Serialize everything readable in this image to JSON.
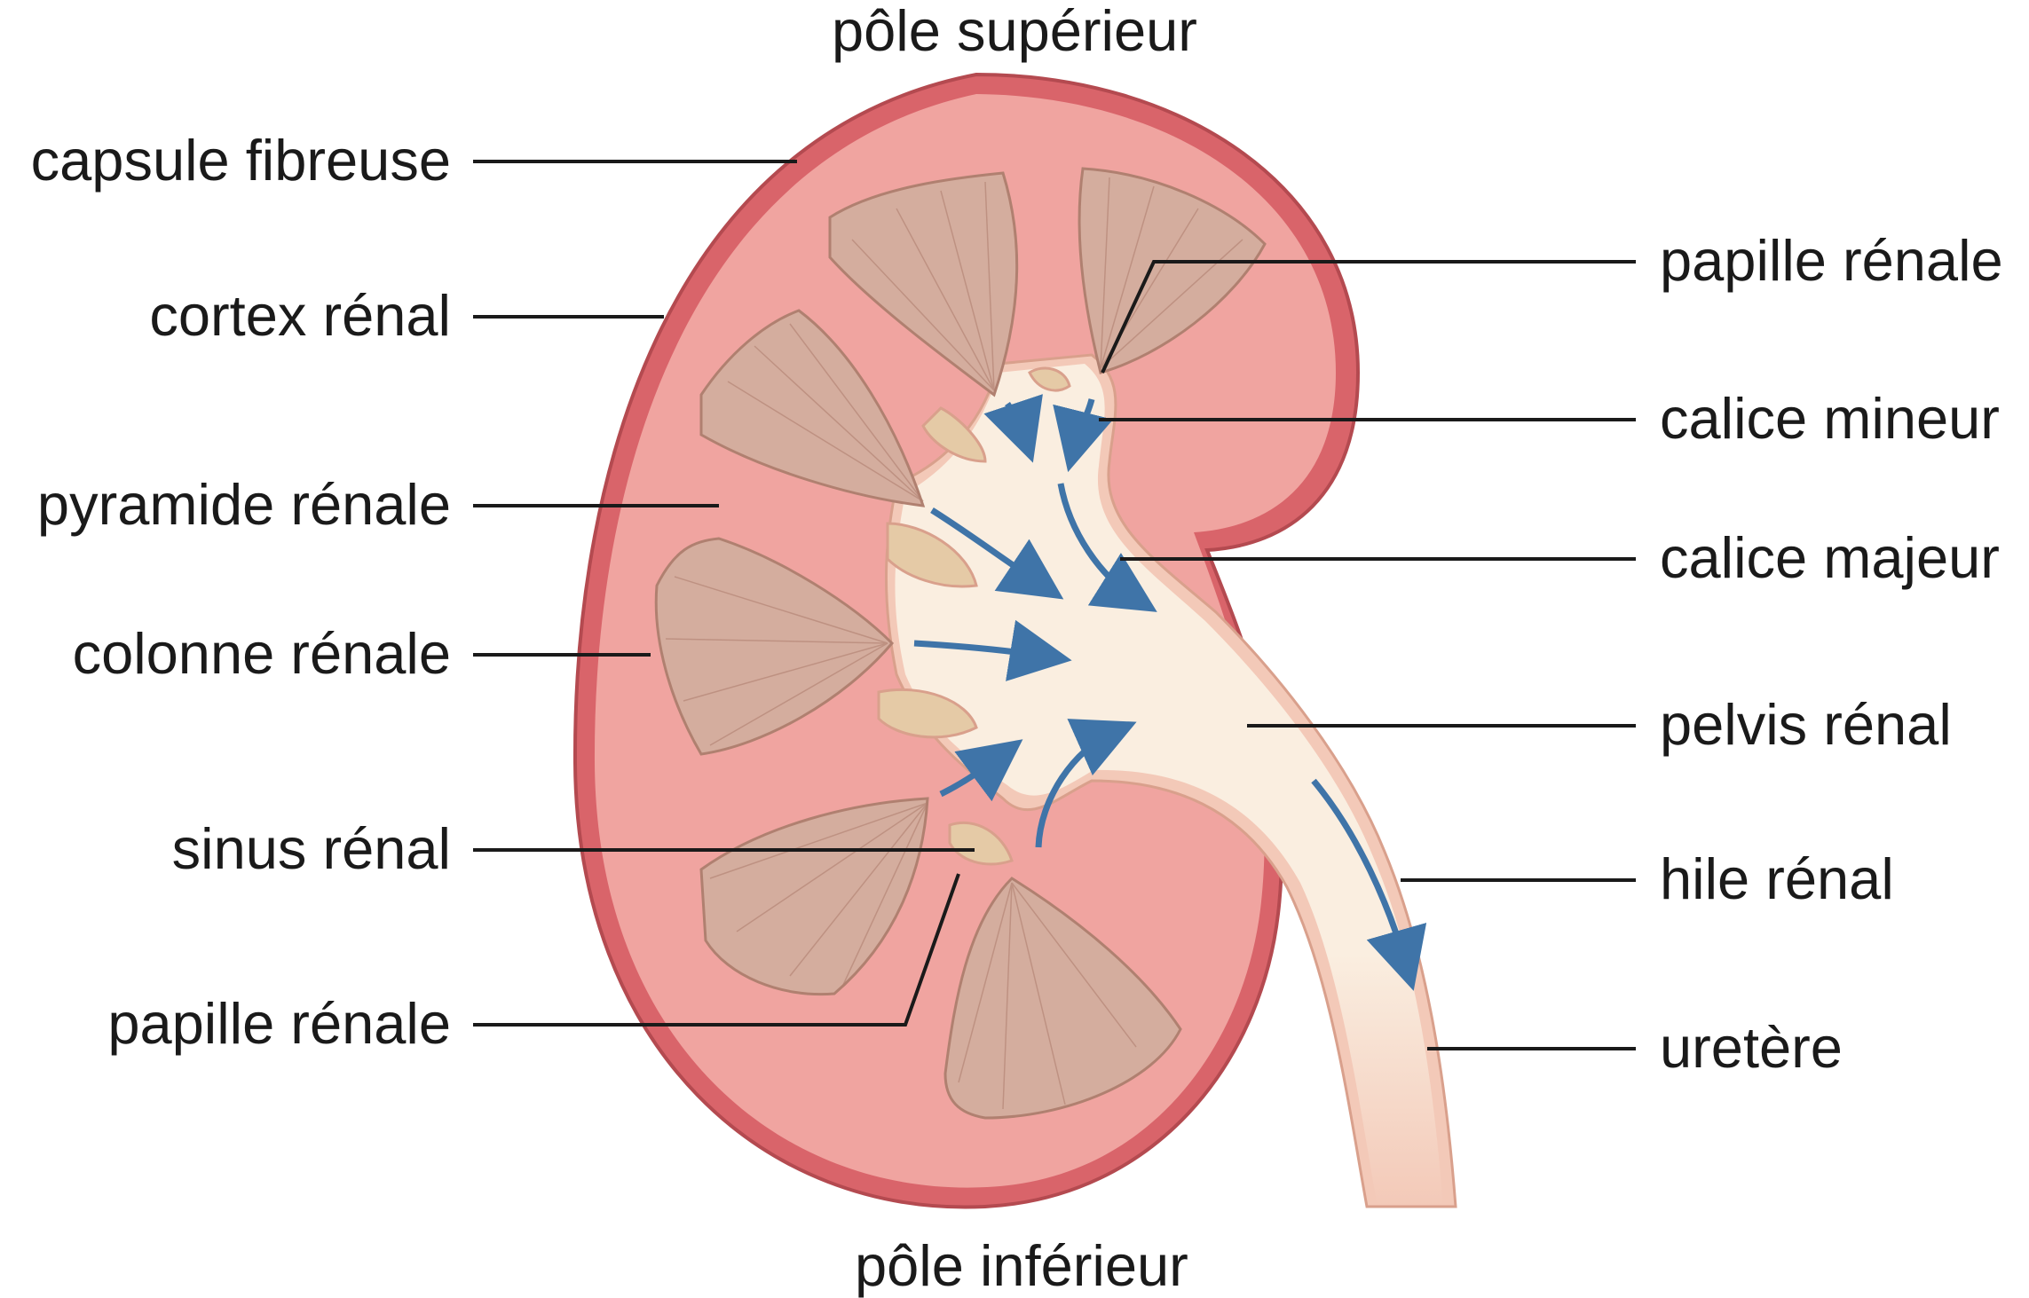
{
  "labels": {
    "top": "pôle supérieur",
    "bottom": "pôle inférieur",
    "capsule": "capsule fibreuse",
    "cortex": "cortex rénal",
    "pyramid": "pyramide rénale",
    "column": "colonne rénale",
    "sinus": "sinus rénal",
    "papilla_left": "papille rénale",
    "papilla_right": "papille rénale",
    "minor_calyx": "calice mineur",
    "major_calyx": "calice majeur",
    "pelvis": "pelvis rénal",
    "hilum": "hile rénal",
    "ureter": "uretère"
  },
  "colors": {
    "capsule": "#d9646a",
    "cortex": "#f0a4a0",
    "pyramid": "#d4ad9e",
    "pelvis": "#faeee0",
    "arrow": "#3f74a8",
    "leader": "#1a1a1a"
  }
}
